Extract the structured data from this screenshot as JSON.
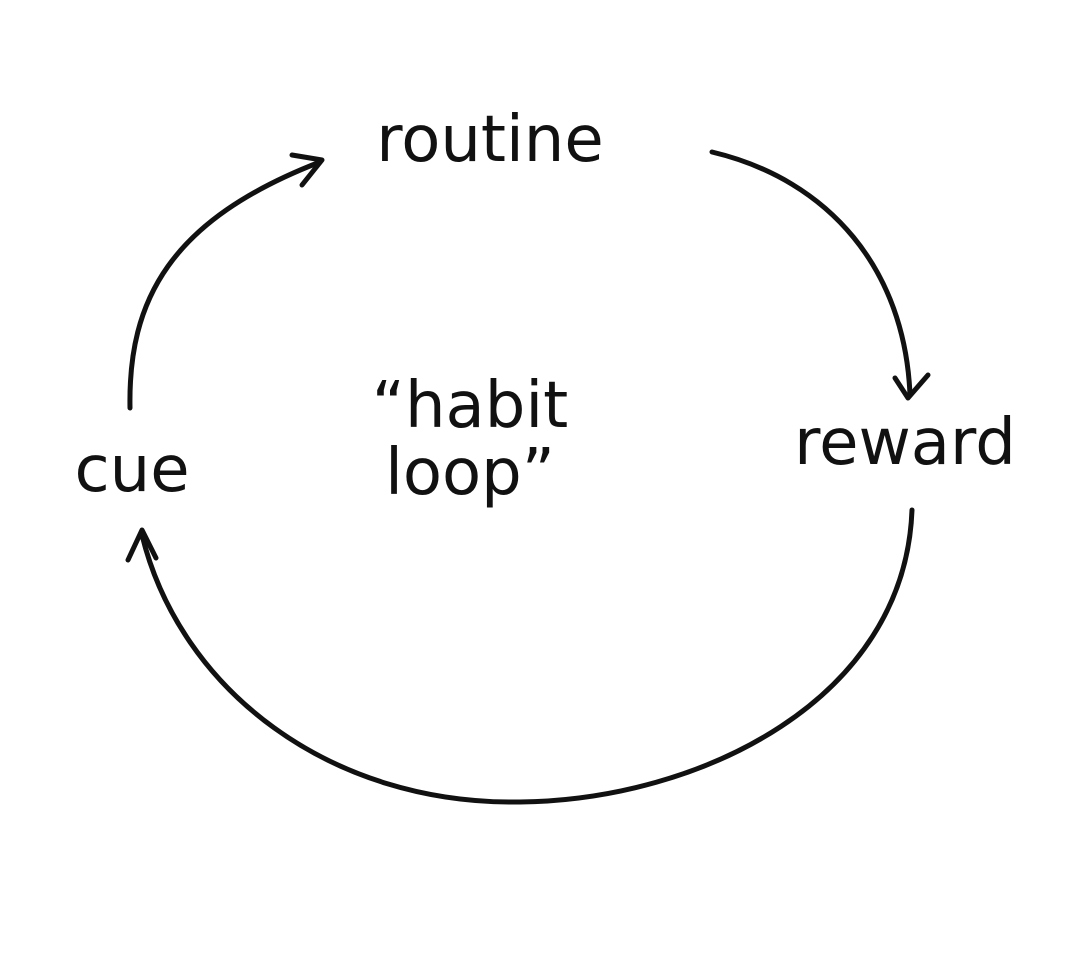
{
  "diagram": {
    "nodes": {
      "routine": "routine",
      "reward": "reward",
      "cue": "cue"
    },
    "center_label": {
      "line1": "“habit",
      "line2": "loop”"
    },
    "edges": [
      {
        "from": "cue",
        "to": "routine"
      },
      {
        "from": "routine",
        "to": "reward"
      },
      {
        "from": "reward",
        "to": "cue"
      }
    ],
    "stroke_color": "#111111"
  }
}
